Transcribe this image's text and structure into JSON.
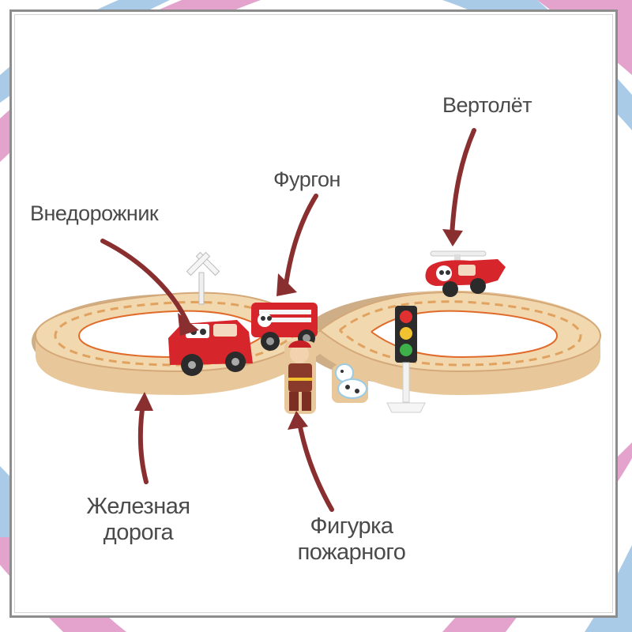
{
  "callouts": {
    "suv": "Внедорожник",
    "van": "Фургон",
    "helicopter": "Вертолёт",
    "railway_line1": "Железная",
    "railway_line2": "дорога",
    "figure_line1": "Фигурка",
    "figure_line2": "пожарного"
  },
  "colors": {
    "accent_pink": "#e3a3cc",
    "accent_blue": "#a9cbe8",
    "arrow": "#8a2f2f",
    "vehicle_red": "#d6262b",
    "track_wood": "#e8c79a",
    "text": "#4a4a4a",
    "frame": "#8d8d8d"
  },
  "icons": {
    "railway_crossing": "railway-crossing-sign-icon",
    "traffic_light": "traffic-light-icon",
    "firefighter": "firefighter-figure-icon",
    "dog": "dalmatian-figure-icon"
  }
}
